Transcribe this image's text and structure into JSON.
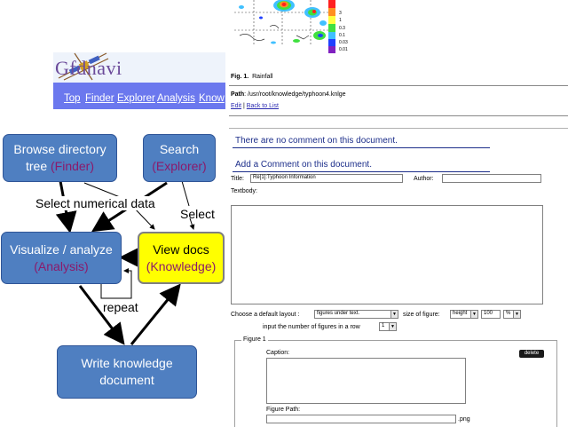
{
  "rain_map": {
    "colorbar_labels": [
      "3",
      "1",
      "0.3",
      "0.1",
      "0.03",
      "0.01"
    ],
    "colors": [
      "#ff2020",
      "#ff9020",
      "#ffff40",
      "#40e040",
      "#40c0ff",
      "#2040ff",
      "#8020c0"
    ]
  },
  "figure": {
    "caption_num": "Fig. 1.",
    "caption_text": "Rainfall"
  },
  "doc": {
    "path_label": "Path",
    "path_value": ": /usr/root/knowledge/typhoon4.knlge",
    "edit_link": "Edit",
    "separator": "|",
    "back_link": "Back to List",
    "no_comment": "There are no comment on this document.",
    "add_comment": "Add a Comment on this document.",
    "title_label": "Title:",
    "title_value": "Re[1]:Typhoon Information",
    "author_label": "Author:",
    "author_value": "",
    "textbody_label": "Textbody:",
    "layout_label": "Choose a default layout :",
    "layout_value": "figures under text.",
    "size_label": "size of figure:",
    "size_dim": "height",
    "size_value": "100",
    "size_unit": "%",
    "row_label": "input the number of figures in a row",
    "row_value": "1",
    "figure_legend": "Figure 1",
    "caption_label": "Caption:",
    "delete_button": "delete",
    "figure_path_label": "Figure Path:",
    "png_suffix": ".png"
  },
  "banner": {
    "logo_text": "Gfdnavi",
    "nav_items": [
      "Top",
      "Finder",
      "Explorer",
      "Analysis",
      "Know"
    ]
  },
  "diagram": {
    "boxes": {
      "browse": {
        "line1": "Browse directory",
        "line2": "tree ",
        "sub": "(Finder)"
      },
      "search": {
        "line1": "Search",
        "sub": "(Explorer)"
      },
      "visualize": {
        "line1": "Visualize / analyze",
        "sub": "(Analysis)"
      },
      "viewdocs": {
        "line1": "View docs",
        "sub": "(Knowledge)"
      },
      "write": {
        "line1": "Write knowledge",
        "line2": "document"
      }
    },
    "labels": {
      "select_numerical": "Select numerical data",
      "select": "Select",
      "repeat": "repeat"
    },
    "colors": {
      "box_fill": "#4f7fc1",
      "highlight_fill": "#ffff00",
      "sub_text": "#8b1a6b"
    }
  }
}
